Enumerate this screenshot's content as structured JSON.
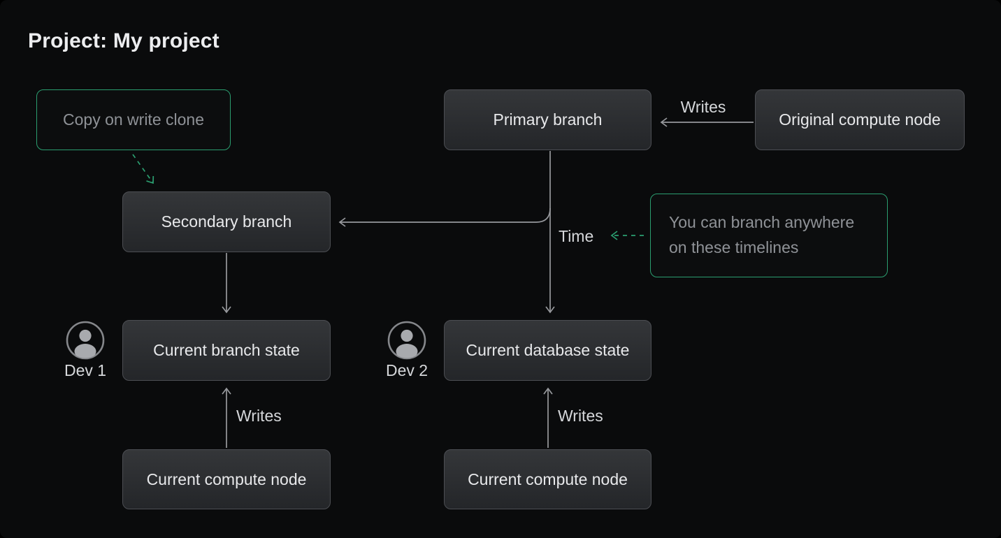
{
  "title": "Project: My project",
  "colors": {
    "background": "#0a0b0c",
    "node_fill_top": "#343639",
    "node_fill_bottom": "#242629",
    "node_border": "#4c4e53",
    "node_text": "#e8e9eb",
    "green_accent": "#2b9e70",
    "muted_text": "#8f9297",
    "line_gray": "#97999d",
    "label_text": "#d5d7da",
    "title_text": "#ecedef",
    "icon_stroke": "#85878b",
    "icon_fill": "#a8aaae"
  },
  "nodes": {
    "copy_on_write_clone": {
      "label": "Copy on write clone"
    },
    "primary_branch": {
      "label": "Primary branch"
    },
    "original_compute_node": {
      "label": "Original compute node"
    },
    "secondary_branch": {
      "label": "Secondary branch"
    },
    "branch_note": {
      "label": "You can branch anywhere on these timelines"
    },
    "current_branch_state": {
      "label": "Current branch state"
    },
    "current_database_state": {
      "label": "Current database state"
    },
    "current_compute_node_left": {
      "label": "Current compute node"
    },
    "current_compute_node_right": {
      "label": "Current compute node"
    }
  },
  "labels": {
    "writes_original": "Writes",
    "time": "Time",
    "writes_left": "Writes",
    "writes_right": "Writes",
    "dev1": "Dev 1",
    "dev2": "Dev 2"
  },
  "icons": {
    "dev1": "person-avatar-icon",
    "dev2": "person-avatar-icon"
  }
}
